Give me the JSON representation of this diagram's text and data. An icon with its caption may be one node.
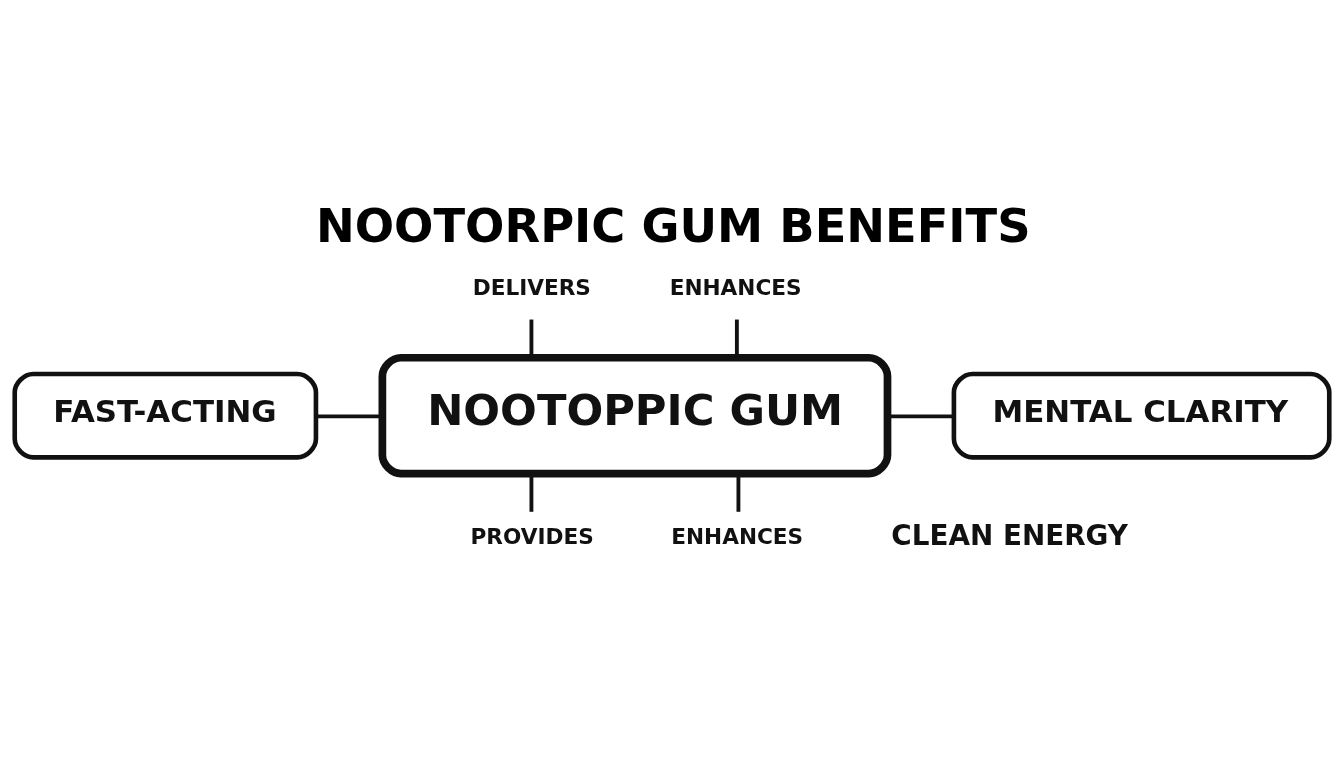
{
  "diagram": {
    "title": "NOOTORPIC GUM BENEFITS",
    "nodes": [
      {
        "text": [
          "FAST-ACTING"
        ]
      },
      {
        "text": [
          "NOOTOPPIC GUM"
        ]
      },
      {
        "text": [
          "MENTAL CLARITY"
        ]
      },
      {
        "text": [
          "DELIVERS"
        ]
      },
      {
        "text": [
          "PROVIDES"
        ]
      },
      {
        "text": [
          "ENHANCES"
        ]
      },
      {
        "text": [
          "ENHANCES"
        ]
      }
    ],
    "edges": [
      {
        "from": 0,
        "to": 1,
        "arrow": "none"
      },
      {
        "from": 1,
        "to": 2,
        "arrow": "none"
      },
      {
        "from": 3,
        "to": 1,
        "arrow": "none"
      },
      {
        "from": 4,
        "to": 1,
        "arrow": "none"
      },
      {
        "from": 5,
        "to": 1,
        "arrow": "none"
      },
      {
        "from": 6,
        "to": 1,
        "arrow": "none"
      }
    ],
    "labels": [
      "CLEAN ENERGY"
    ]
  }
}
